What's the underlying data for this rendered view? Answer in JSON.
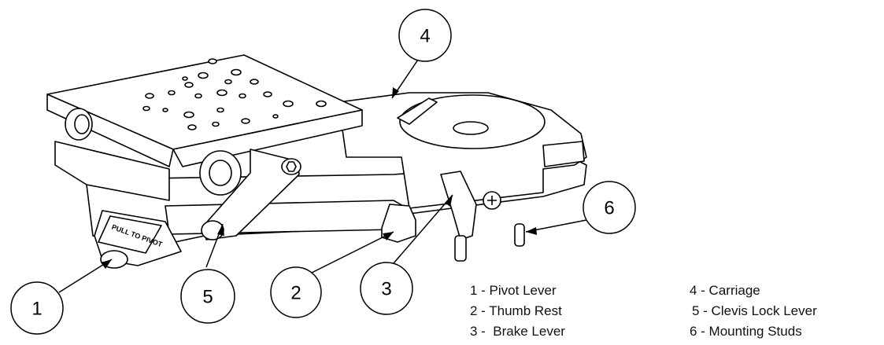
{
  "callouts": [
    {
      "number": "1"
    },
    {
      "number": "2"
    },
    {
      "number": "3"
    },
    {
      "number": "4"
    },
    {
      "number": "5"
    },
    {
      "number": "6"
    }
  ],
  "lever_text": "PULL TO PIVOT",
  "legend": [
    {
      "text": "1 - Pivot Lever"
    },
    {
      "text": "2 - Thumb Rest"
    },
    {
      "text": "3 -  Brake Lever"
    },
    {
      "text": "4 - Carriage"
    },
    {
      "text": "5 - Clevis Lock Lever"
    },
    {
      "text": "6 - Mounting Studs"
    }
  ]
}
